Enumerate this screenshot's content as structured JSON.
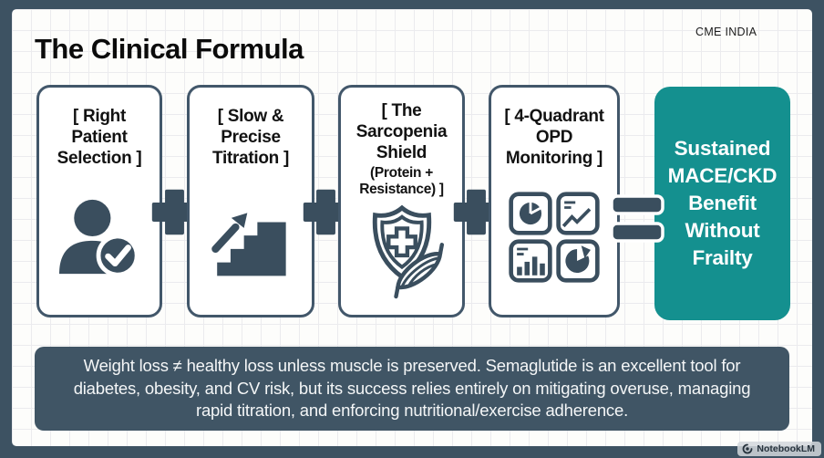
{
  "header": {
    "title": "The Clinical Formula",
    "brand": "CME INDIA"
  },
  "colors": {
    "frame": "#3d5262",
    "ink": "#3a4e5e",
    "card_border": "#42576a",
    "teal": "#14908f",
    "footer_bg": "#405565",
    "grid_line": "#ebebee",
    "background": "#fdfdfb"
  },
  "cards": [
    {
      "name": "right-patient-selection",
      "icon": "patient-check-icon",
      "lines": [
        "[ Right",
        "Patient",
        "Selection ]"
      ]
    },
    {
      "name": "slow-precise-titration",
      "icon": "stairs-growth-icon",
      "lines": [
        "[ Slow &",
        "Precise",
        "Titration ]"
      ]
    },
    {
      "name": "sarcopenia-shield",
      "icon": "shield-muscle-icon",
      "lines": [
        "[ The",
        "Sarcopenia",
        "Shield"
      ],
      "sublines": [
        "(Protein +",
        "Resistance) ]"
      ]
    },
    {
      "name": "opd-monitoring",
      "icon": "charts-grid-icon",
      "lines": [
        "[ 4-Quadrant",
        "OPD",
        "Monitoring ]"
      ]
    }
  ],
  "operators": {
    "plus_symbol": "+",
    "equals_symbol": "="
  },
  "result": {
    "lines": [
      "Sustained",
      "MACE/CKD",
      "Benefit",
      "Without",
      "Frailty"
    ]
  },
  "footer": {
    "text": "Weight loss ≠ healthy loss unless muscle is preserved. Semaglutide is an excellent tool for diabetes, obesity, and CV risk, but its success relies entirely on mitigating overuse, managing rapid titration, and enforcing nutritional/exercise adherence."
  },
  "watermark": {
    "label": "NotebookLM"
  }
}
